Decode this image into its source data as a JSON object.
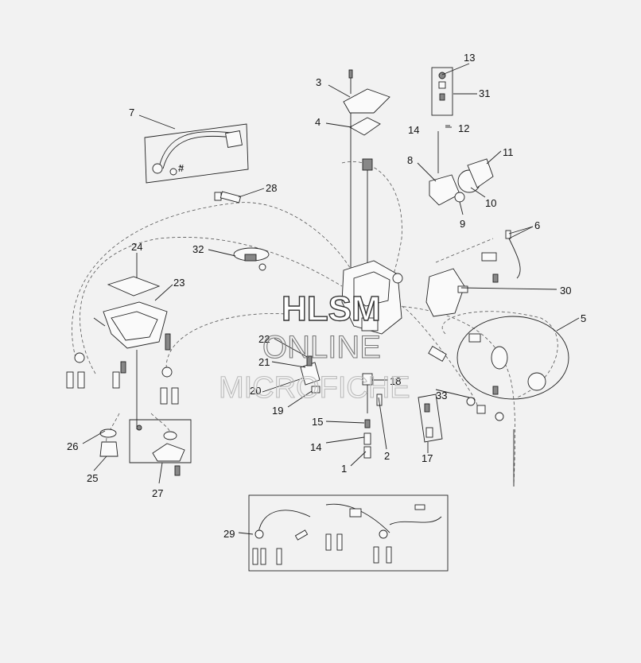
{
  "callouts": {
    "c1": "1",
    "c2": "2",
    "c3": "3",
    "c4": "4",
    "c5": "5",
    "c6": "6",
    "c7": "7",
    "c8": "8",
    "c9": "9",
    "c10": "10",
    "c11": "11",
    "c12": "12",
    "c13": "13",
    "c14a": "14",
    "c14b": "14",
    "c15": "15",
    "c17": "17",
    "c18": "18",
    "c19": "19",
    "c20": "20",
    "c21": "21",
    "c22": "22",
    "c23": "23",
    "c24": "24",
    "c25": "25",
    "c26": "26",
    "c27": "27",
    "c28": "28",
    "c29": "29",
    "c30": "30",
    "c31": "31",
    "c32": "32",
    "c33": "33",
    "hash": "#"
  },
  "watermark": {
    "line1": "HLSM",
    "line2": "ONLINE",
    "line3": "MICROFICHE"
  }
}
